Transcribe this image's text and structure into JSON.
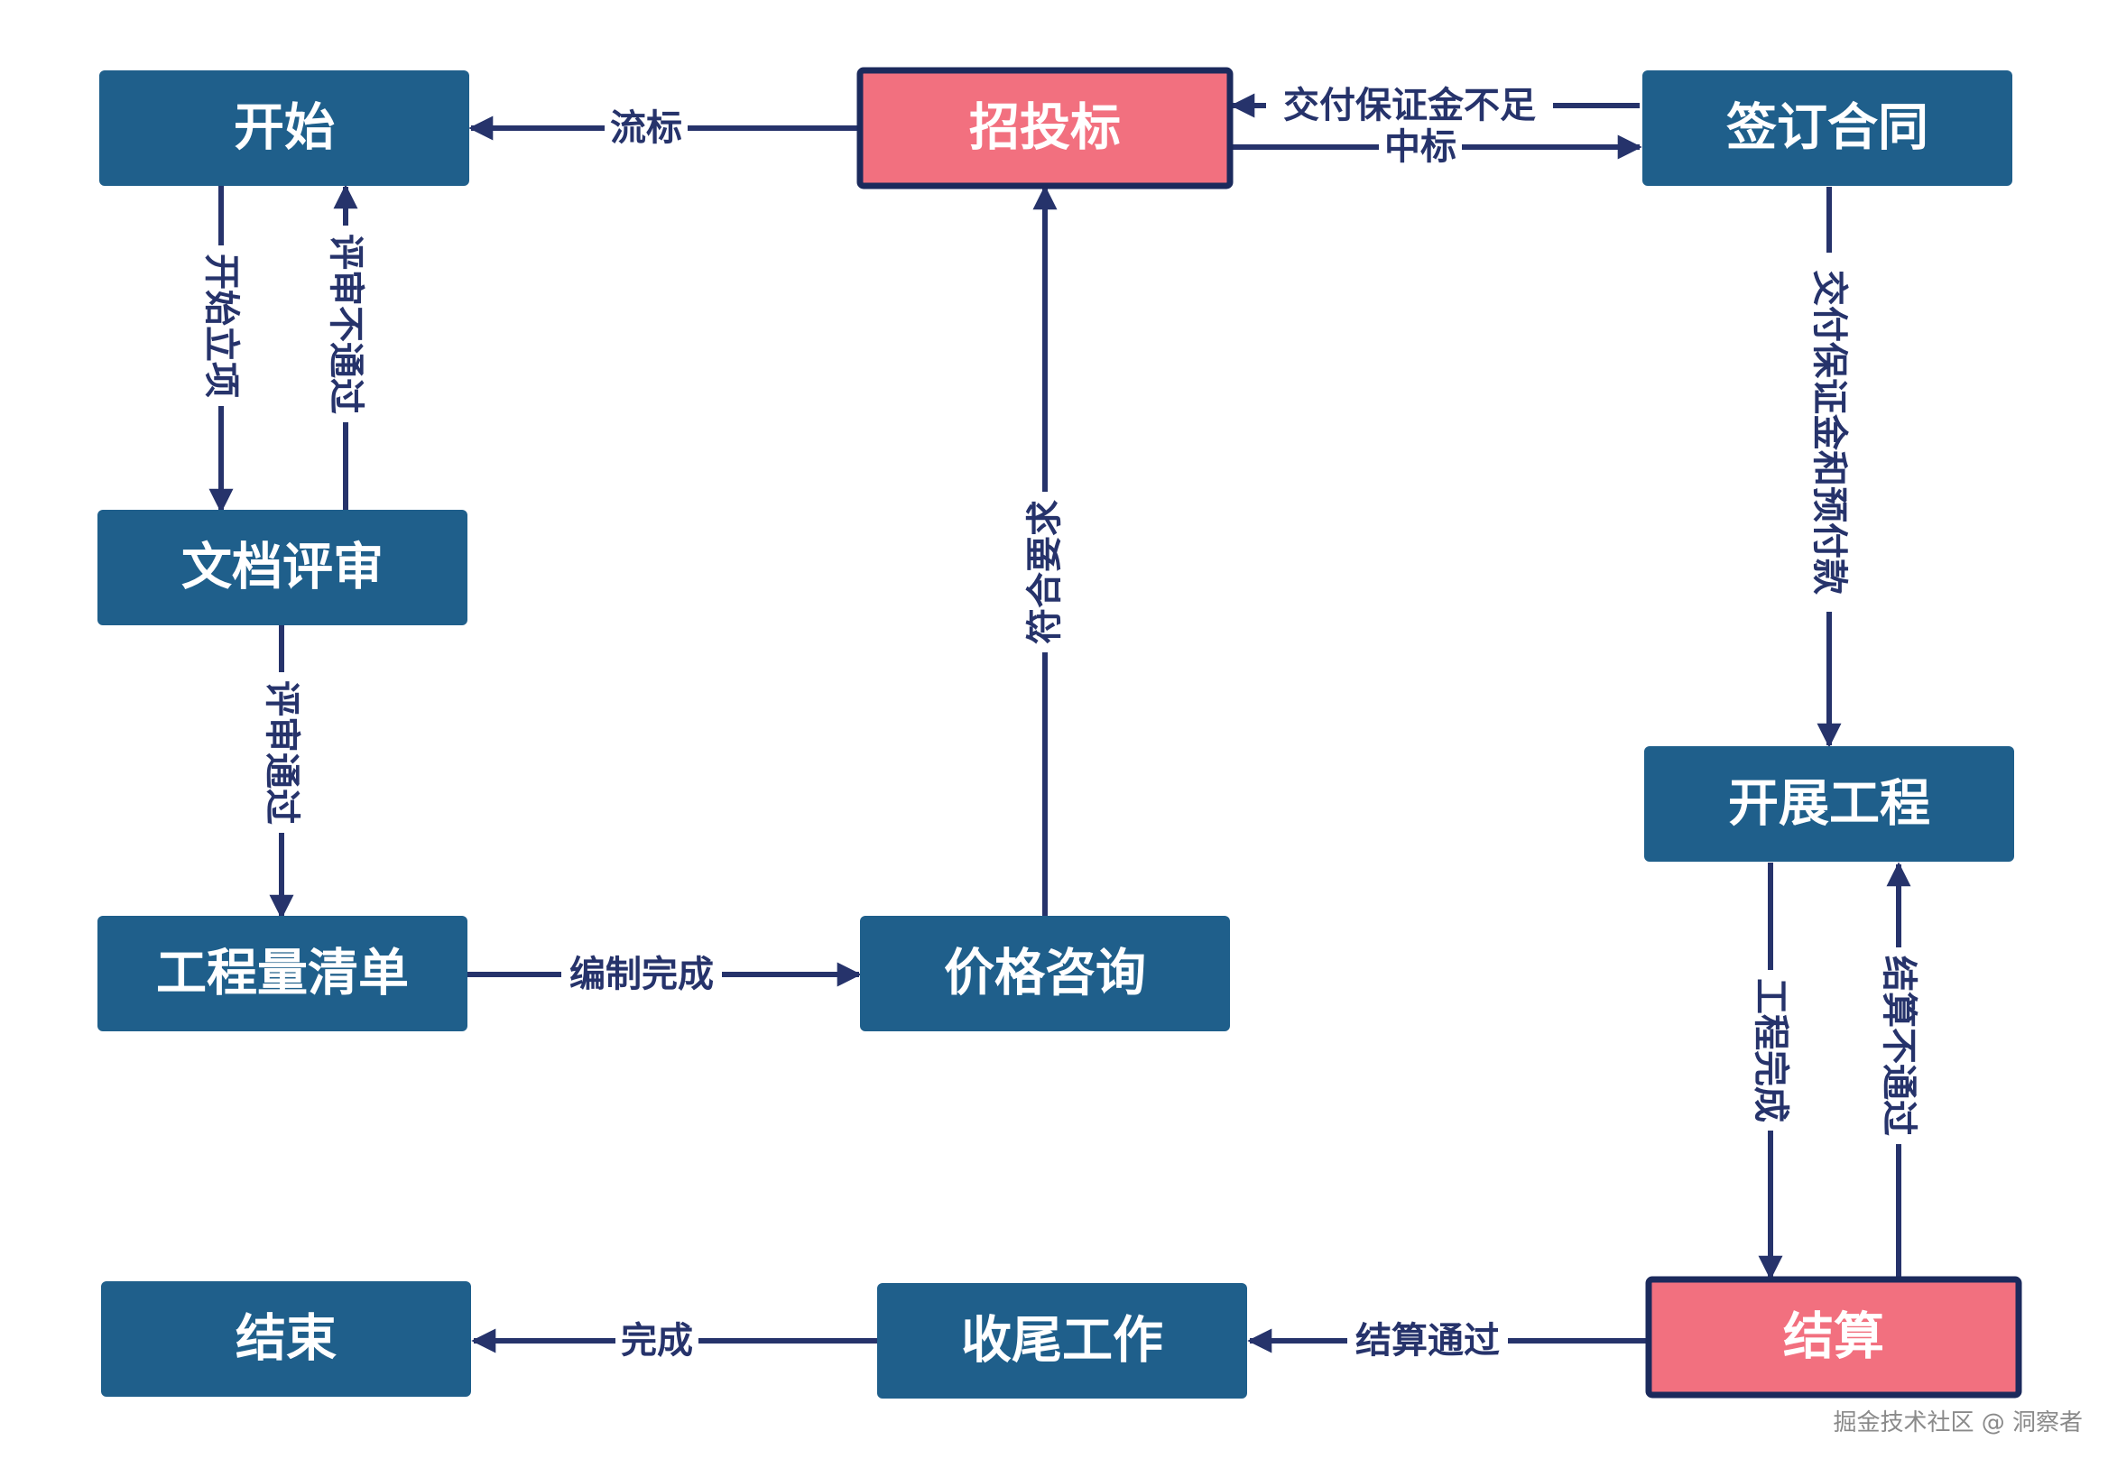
{
  "nodes": {
    "start": "开始",
    "tender": "招投标",
    "contract": "签订合同",
    "doc_review": "文档评审",
    "boq": "工程量清单",
    "price_consult": "价格咨询",
    "construction": "开展工程",
    "finish": "结束",
    "wrapup": "收尾工作",
    "settlement": "结算"
  },
  "edges": {
    "tender_to_start": "流标",
    "start_to_review": "开始立项",
    "review_to_start": "评审不通过",
    "review_to_boq": "评审通过",
    "boq_to_price": "编制完成",
    "price_to_tender": "符合要求",
    "contract_to_tender": "交付保证金不足",
    "tender_to_contract": "中标",
    "contract_to_construction": "交付保证金和预付款",
    "construction_to_settlement": "工程完成",
    "settlement_to_construction": "结算不通过",
    "settlement_to_wrapup": "结算通过",
    "wrapup_to_finish": "完成"
  },
  "colors": {
    "node_fill": "#1f5f8b",
    "highlight_fill": "#f2707f",
    "edge": "#26336b"
  },
  "watermark": "掘金技术社区 @ 洞察者"
}
